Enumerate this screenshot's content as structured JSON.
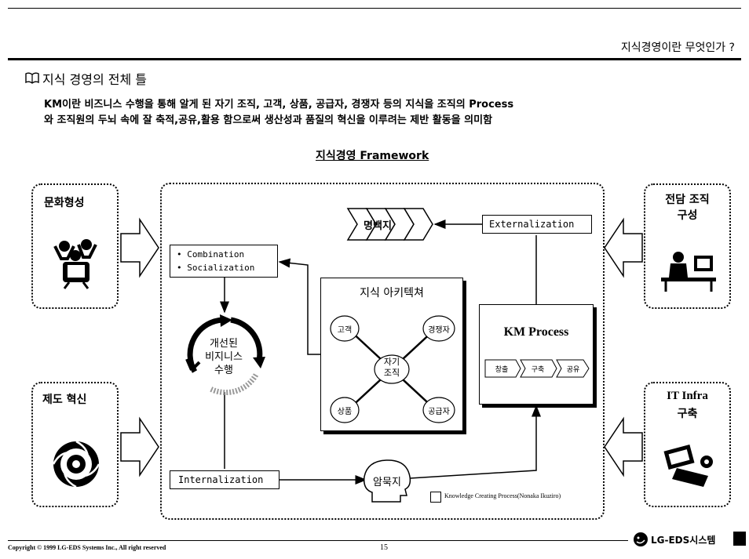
{
  "header": {
    "page_title": "지식경영이란 무엇인가 ?"
  },
  "section": {
    "heading_icon": "open-book-icon",
    "heading": "지식 경영의 전체 틀",
    "description_line1": "KM이란 비즈니스 수행을 통해 알게 된 자기 조직, 고객, 상품, 공급자, 경쟁자 등의 지식을 조직의 Process",
    "description_line2": "와 조직원의 두뇌 속에 잘 축적,공유,활용 함으로써 생산성과 품질의 혁신을 이루려는 제반 활동을 의미함"
  },
  "diagram": {
    "title": "지식경영 Framework",
    "left_top": "문화형성",
    "left_bottom": "제도 혁신",
    "right_top_line1": "전담 조직",
    "right_top_line2": "구성",
    "right_bottom_line1": "IT Infra",
    "right_bottom_line2": "구축",
    "explicit_knowledge": "명백지",
    "externalization": "Externalization",
    "combination": "• Combination",
    "socialization": "• Socialization",
    "cycle_line1": "개선된",
    "cycle_line2": "비지니스",
    "cycle_line3": "수행",
    "architecture": {
      "title": "지식 아키텍쳐",
      "center_line1": "자기",
      "center_line2": "조직",
      "customer": "고객",
      "competitor": "경쟁자",
      "product": "상품",
      "supplier": "공급자"
    },
    "km_process": {
      "title": "KM Process",
      "steps": [
        "창출",
        "구축",
        "공유"
      ]
    },
    "internalization": "Internalization",
    "tacit_knowledge": "암묵지",
    "legend": "Knowledge Creating Process(Nonaka Ikuziro)"
  },
  "footer": {
    "copyright": "Copyright © 1999 LG-EDS Systems Inc., All right reserved",
    "page_number": "15",
    "company": "LG-EDS시스템"
  }
}
